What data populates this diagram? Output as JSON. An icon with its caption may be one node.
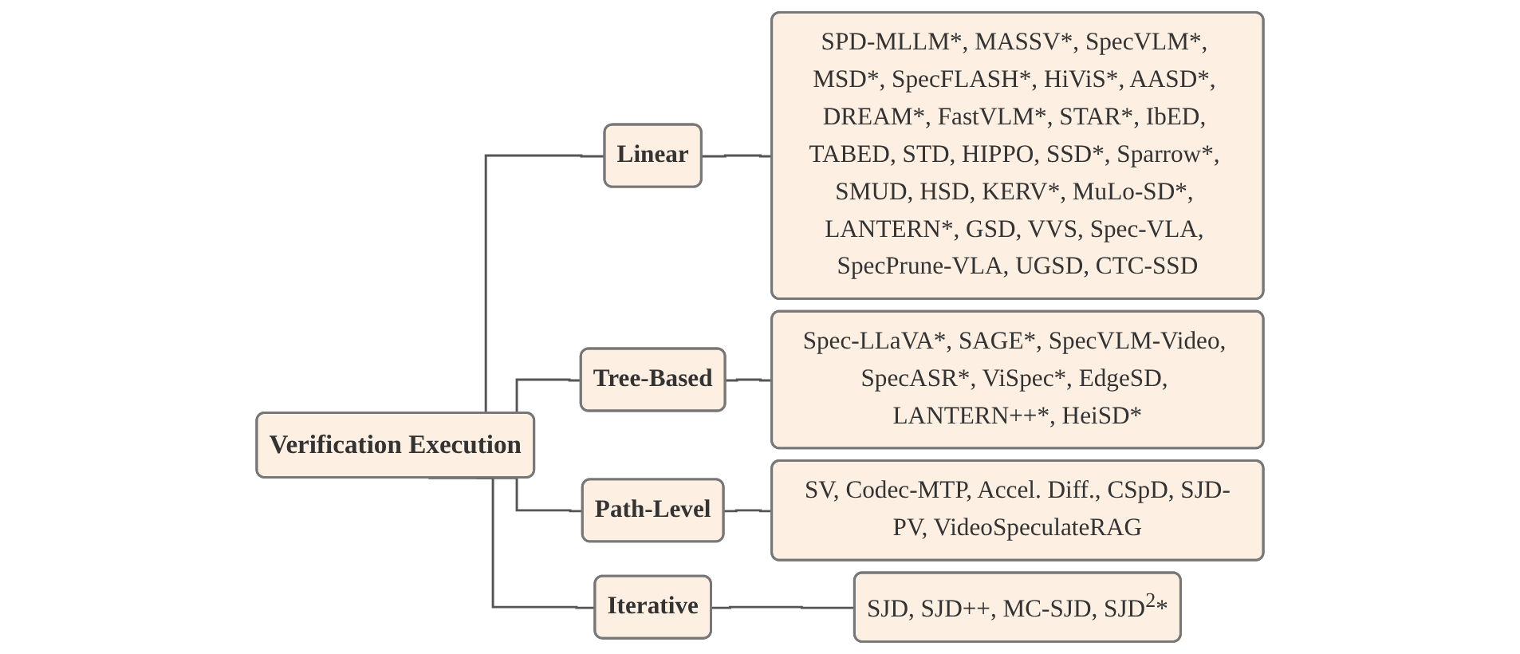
{
  "diagram": {
    "nodes": [
      {
        "text": [
          "Verification Execution"
        ]
      },
      {
        "text": [
          "Linear"
        ]
      },
      {
        "text": [
          "SPD-MLLM*, MASSV*, SpecVLM*, MSD*, SpecFLASH*, HiViS*, AASD*, DREAM*, FastVLM*, STAR*, IbED, TABED, STD, HIPPO, SSD*, Sparrow*, SMUD, HSD, KERV*, MuLo-SD*, LANTERN*, GSD, VVS, Spec-VLA, SpecPrune-VLA, UGSD, CTC-SSD"
        ]
      },
      {
        "text": [
          "Tree-Based"
        ]
      },
      {
        "text": [
          "Spec-LLaVA*, SAGE*, SpecVLM-Video, SpecASR*, ViSpec*, EdgeSD, LANTERN++*, HeiSD*"
        ]
      },
      {
        "text": [
          "Path-Level"
        ]
      },
      {
        "text": [
          "SV, Codec-MTP, Accel. Diff., CSpD, SJD-PV, VideoSpeculateRAG"
        ]
      },
      {
        "text": [
          "Iterative"
        ]
      },
      {
        "text": [
          "SJD, SJD++, MC-SJD, SJD$^{2}$*"
        ]
      }
    ],
    "edges": [
      {
        "from": 0,
        "to": 1,
        "arrow": "none"
      },
      {
        "from": 1,
        "to": 2,
        "arrow": "none"
      },
      {
        "from": 0,
        "to": 3,
        "arrow": "none"
      },
      {
        "from": 3,
        "to": 4,
        "arrow": "none"
      },
      {
        "from": 0,
        "to": 5,
        "arrow": "none"
      },
      {
        "from": 5,
        "to": 6,
        "arrow": "none"
      },
      {
        "from": 0,
        "to": 7,
        "arrow": "none"
      },
      {
        "from": 7,
        "to": 8,
        "arrow": "none"
      }
    ]
  }
}
